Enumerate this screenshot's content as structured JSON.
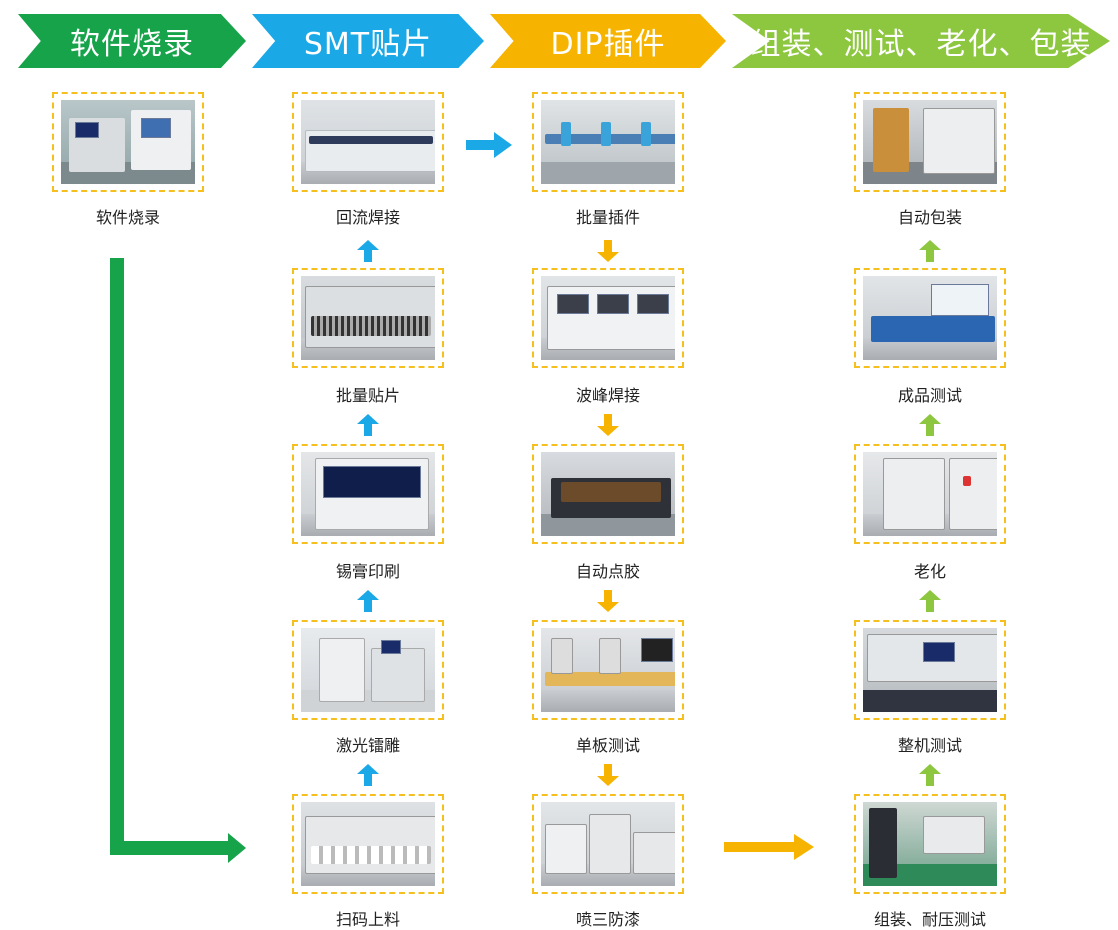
{
  "stages": [
    {
      "label": "软件烧录",
      "color": "#16a34a"
    },
    {
      "label": "SMT贴片",
      "color": "#1ba8e6"
    },
    {
      "label": "DIP插件",
      "color": "#f6b400"
    },
    {
      "label": "组装、测试、老化、包装",
      "color": "#8dc63f"
    }
  ],
  "col0": {
    "label": "软件烧录"
  },
  "col1": [
    "回流焊接",
    "批量贴片",
    "锡膏印刷",
    "激光镭雕",
    "扫码上料"
  ],
  "col2": [
    "批量插件",
    "波峰焊接",
    "自动点胶",
    "单板测试",
    "喷三防漆"
  ],
  "col3": [
    "自动包装",
    "成品测试",
    "老化",
    "整机测试",
    "组装、耐压测试"
  ],
  "colors": {
    "smt_arrow": "#1ba8e6",
    "dip_arrow": "#f6b400",
    "assembly_arrow": "#8dc63f",
    "burn_line": "#16a34a",
    "card_border": "#f5bf1e"
  }
}
